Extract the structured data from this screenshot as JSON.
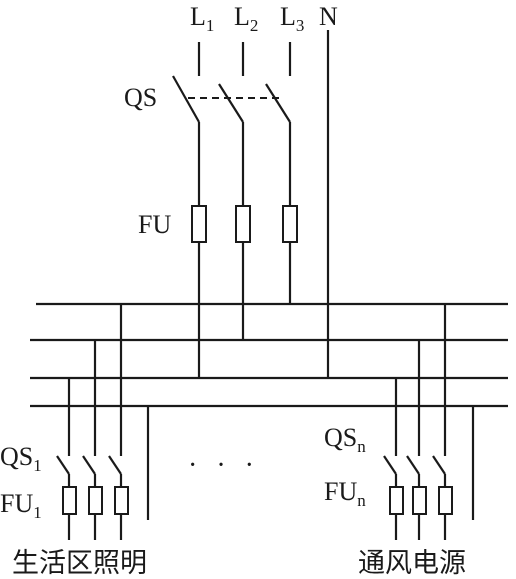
{
  "supply": {
    "phases": [
      {
        "main": "L",
        "sub": "1"
      },
      {
        "main": "L",
        "sub": "2"
      },
      {
        "main": "L",
        "sub": "3"
      }
    ],
    "neutral": "N"
  },
  "main_switch": {
    "label": "QS"
  },
  "main_fuse": {
    "label": "FU"
  },
  "branch_left": {
    "switch": {
      "main": "QS",
      "sub": "1"
    },
    "fuse": {
      "main": "FU",
      "sub": "1"
    },
    "caption": "生活区照明"
  },
  "branch_right": {
    "switch": {
      "main": "QS",
      "sub": "n"
    },
    "fuse": {
      "main": "FU",
      "sub": "n"
    },
    "caption": "通风电源"
  },
  "ellipsis": "· · ·"
}
